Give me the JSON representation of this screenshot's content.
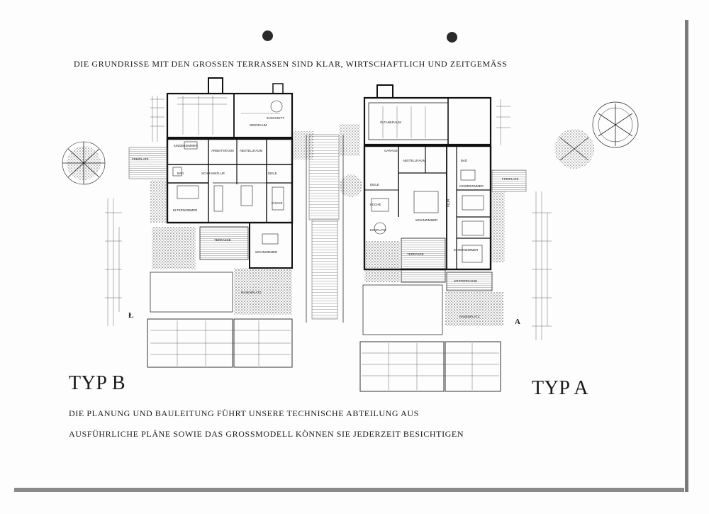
{
  "header": {
    "caption": "DIE GRUNDRISSE MIT DEN GROSSEN TERRASSEN SIND KLAR, WIRTSCHAFTLICH UND ZEITGEMÄSS"
  },
  "plans": {
    "left": {
      "type_label": "TYP B",
      "marker": "Ł",
      "rooms": [
        "KINDERZIMMER",
        "ARBEITSRAUM",
        "WEINRAUM",
        "ZUSCHNITT",
        "ABSTELLRAUM",
        "SCHRANKFLUR",
        "BAD",
        "DIELE",
        "ELTERNZIMMER",
        "KÜCHE",
        "TERRASSE",
        "WOHNZIMMER",
        "RASENPLATZ",
        "FREIPLATZ"
      ]
    },
    "right": {
      "type_label": "TYP A",
      "marker": "A",
      "rooms": [
        "ÖLTANKRAUM",
        "GARAGE",
        "ABSTELLRAUM",
        "BAD",
        "DIELE",
        "KINDERZIMMER",
        "KÜCHE",
        "FLUR",
        "WOHNZIMMER",
        "ESSPLATZ",
        "ELTERNZIMMER",
        "TERRASSE",
        "SITZTERRASSE",
        "RASENPLATZ",
        "FREIPLATZ"
      ]
    }
  },
  "footer": {
    "line1": "DIE PLANUNG UND BAULEITUNG FÜHRT UNSERE TECHNISCHE ABTEILUNG AUS",
    "line2": "AUSFÜHRLICHE PLÄNE SOWIE DAS GROSSMODELL KÖNNEN SIE JEDERZEIT BESICHTIGEN"
  }
}
